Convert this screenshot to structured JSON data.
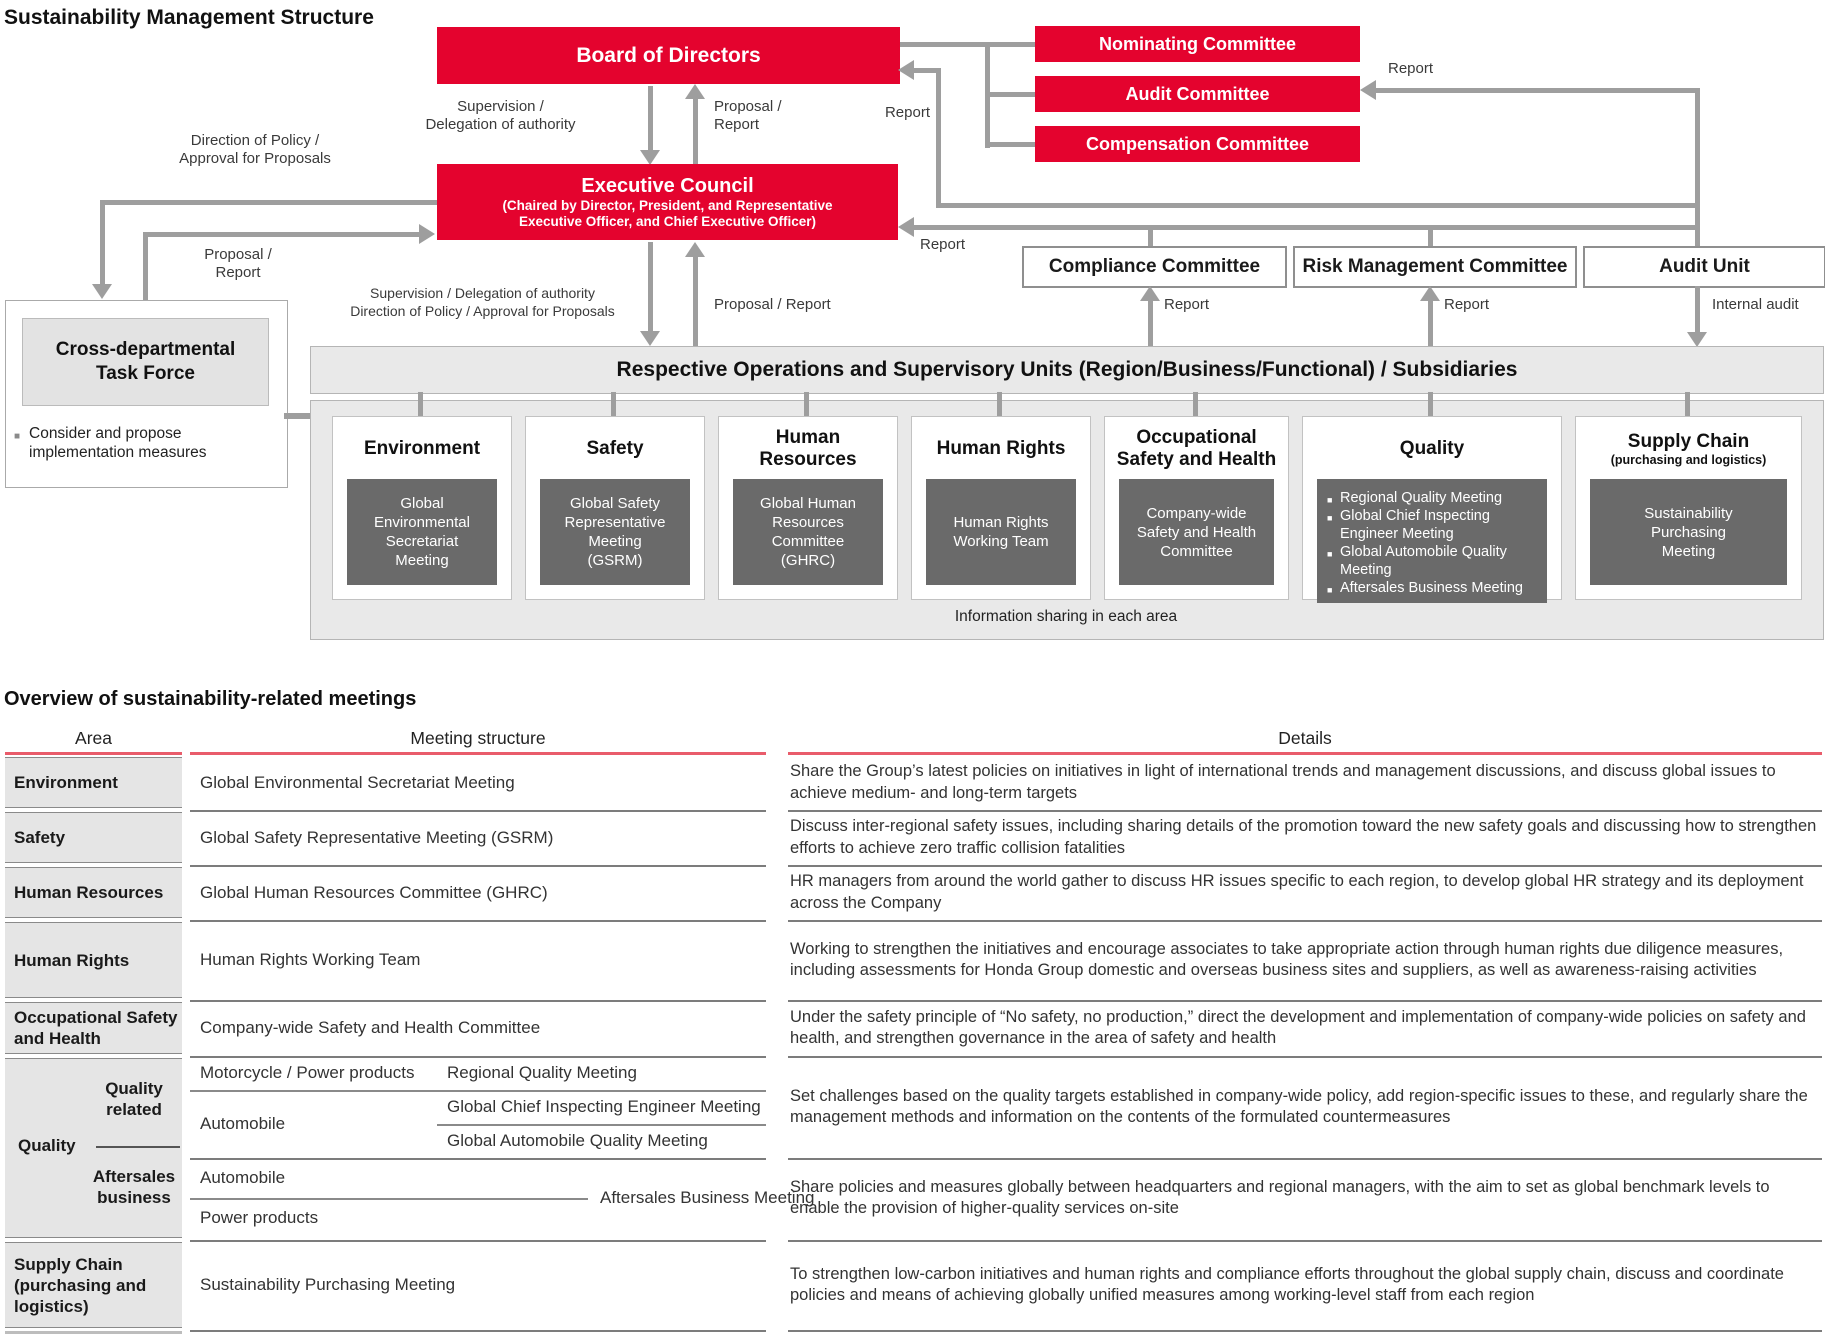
{
  "colors": {
    "brand_red": "#e4032e",
    "header_line": "#e95c6b",
    "connector_gray": "#9e9e9e",
    "inner_box_gray": "#6a6a6a"
  },
  "diagram": {
    "title": "Sustainability Management Structure",
    "board": "Board of Directors",
    "executive": {
      "title": "Executive Council",
      "subtitle": "(Chaired by Director, President, and Representative\nExecutive Officer, and Chief Executive Officer)"
    },
    "committees": [
      "Nominating Committee",
      "Audit Committee",
      "Compensation Committee"
    ],
    "mid_boxes": [
      "Compliance Committee",
      "Risk Management Committee",
      "Audit Unit"
    ],
    "labels": {
      "supervision_top": "Supervision /\nDelegation of authority",
      "proposal_top": "Proposal /\nReport",
      "report_to_board": "Report",
      "report_to_audit_committee": "Report",
      "report_to_executive": "Report",
      "direction_left": "Direction of Policy /\nApproval for Proposals",
      "proposal_left": "Proposal /\nReport",
      "supervision_mid": "Supervision / Delegation of authority\nDirection of Policy / Approval for Proposals",
      "proposal_mid": "Proposal / Report",
      "report_compliance": "Report",
      "report_risk": "Report",
      "internal_audit": "Internal audit"
    },
    "task_force": {
      "title": "Cross-departmental\nTask Force",
      "note": "Consider and propose\nimplementation measures"
    },
    "operations_bar": "Respective Operations and Supervisory Units (Region/Business/Functional) / Subsidiaries",
    "departments": [
      {
        "title": "Environment",
        "body": "Global\nEnvironmental\nSecretariat\nMeeting"
      },
      {
        "title": "Safety",
        "body": "Global Safety\nRepresentative\nMeeting\n(GSRM)"
      },
      {
        "title": "Human\nResources",
        "body": "Global Human\nResources\nCommittee\n(GHRC)"
      },
      {
        "title": "Human Rights",
        "body": "Human Rights\nWorking Team"
      },
      {
        "title": "Occupational\nSafety and Health",
        "body": "Company-wide\nSafety and Health\nCommittee"
      },
      {
        "title": "Quality",
        "bullets": [
          "Regional Quality Meeting",
          "Global Chief Inspecting\nEngineer Meeting",
          "Global Automobile Quality\nMeeting",
          "Aftersales Business Meeting"
        ]
      },
      {
        "title": "Supply Chain",
        "subtitle": "(purchasing and logistics)",
        "body": "Sustainability\nPurchasing\nMeeting"
      }
    ],
    "info_note": "Information sharing in each area"
  },
  "table": {
    "title": "Overview of sustainability-related meetings",
    "headers": {
      "area": "Area",
      "meeting": "Meeting structure",
      "details": "Details"
    },
    "rows": [
      {
        "area": "Environment",
        "meeting": "Global Environmental Secretariat Meeting",
        "details": "Share the Group’s latest policies on initiatives in light of international trends and management discussions, and discuss global issues to achieve medium- and long-term targets"
      },
      {
        "area": "Safety",
        "meeting": "Global Safety Representative Meeting (GSRM)",
        "details": "Discuss inter-regional safety issues, including sharing details of the promotion toward the new safety goals and discussing how to strengthen efforts to achieve zero traffic collision fatalities"
      },
      {
        "area": "Human Resources",
        "meeting": "Global Human Resources Committee (GHRC)",
        "details": "HR managers from around the world gather to discuss HR issues specific to each region, to develop global HR strategy and its deployment across the Company"
      },
      {
        "area": "Human Rights",
        "meeting": "Human Rights Working Team",
        "details": "Working to strengthen the initiatives and encourage associates to take appropriate action through human rights due diligence measures, including assessments for Honda Group domestic and overseas business sites and suppliers, as well as awareness-raising activities"
      },
      {
        "area": "Occupational Safety\nand Health",
        "meeting": "Company-wide Safety and Health Committee",
        "details": "Under the safety principle of “No safety, no production,” direct the development and implementation of company-wide policies on safety and health, and strengthen governance in the area of safety and health"
      }
    ],
    "quality": {
      "area": "Quality",
      "sub_related": "Quality\nrelated",
      "sub_aftersales": "Aftersales\nbusiness",
      "related": {
        "row1_segment": "Motorcycle / Power products",
        "row1_meeting": "Regional Quality Meeting",
        "row2_segment": "Automobile",
        "row2_meeting1": "Global Chief Inspecting Engineer Meeting",
        "row2_meeting2": "Global Automobile Quality Meeting",
        "details": "Set challenges based on the quality targets established in company-wide policy, add region-specific issues to these, and regularly share the management methods and information on the contents of the formulated countermeasures"
      },
      "aftersales": {
        "segment1": "Automobile",
        "segment2": "Power products",
        "meeting": "Aftersales Business Meeting",
        "details": "Share policies and measures globally between headquarters and regional managers, with the aim to set as global benchmark levels to enable the provision of higher-quality services on-site"
      }
    },
    "supply_row": {
      "area": "Supply Chain\n(purchasing and\nlogistics)",
      "meeting": "Sustainability Purchasing Meeting",
      "details": "To strengthen low-carbon initiatives and human rights and compliance efforts throughout the global supply chain, discuss and coordinate policies and means of achieving globally unified measures among working-level staff from each region"
    }
  }
}
